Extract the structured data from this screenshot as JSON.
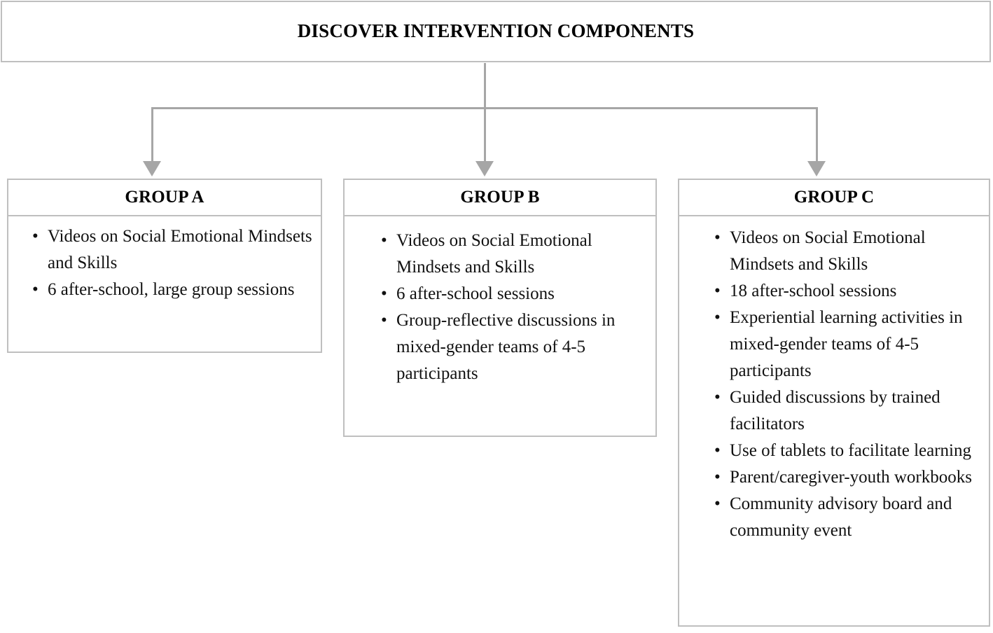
{
  "diagram": {
    "title": "DISCOVER INTERVENTION COMPONENTS",
    "accent_color": "#a6a6a6",
    "border_color": "#bfbfbf",
    "text_color": "#000000",
    "groups": [
      {
        "id": "a",
        "header": "GROUP A",
        "items": [
          "Videos on Social Emotional Mindsets and Skills",
          "6 after-school, large group sessions"
        ]
      },
      {
        "id": "b",
        "header": "GROUP B",
        "items": [
          "Videos on Social Emotional Mindsets and Skills",
          "6 after-school sessions",
          "Group-reflective discussions in mixed-gender teams of 4-5 participants"
        ]
      },
      {
        "id": "c",
        "header": "GROUP C",
        "items": [
          "Videos on Social Emotional Mindsets and Skills",
          "18 after-school sessions",
          "Experiential learning activities in mixed-gender teams of 4-5 participants",
          "Guided discussions by trained facilitators",
          "Use of tablets to facilitate learning",
          "Parent/caregiver-youth workbooks",
          "Community advisory board and community event"
        ]
      }
    ]
  }
}
